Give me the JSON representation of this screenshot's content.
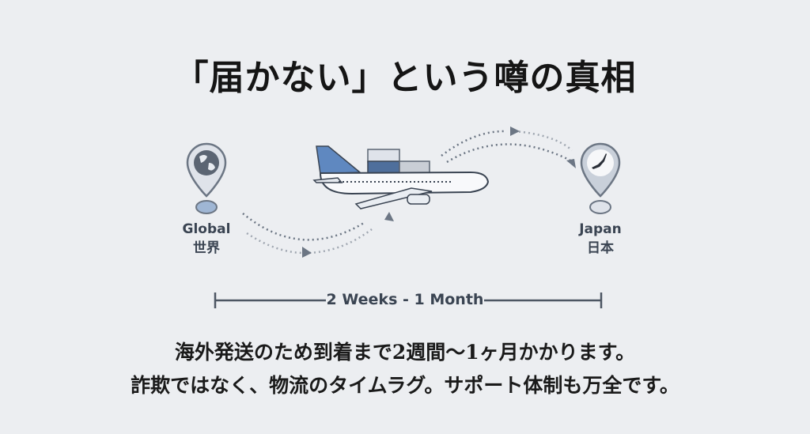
{
  "title": "「届かない」という噂の真相",
  "origin": {
    "label_en": "Global",
    "label_ja": "世界",
    "icon": "globe-pin-icon"
  },
  "destination": {
    "label_en": "Japan",
    "label_ja": "日本",
    "icon": "japan-map-pin-icon"
  },
  "transport_icon": "cargo-airplane-icon",
  "duration": "2 Weeks - 1 Month",
  "body": {
    "line1": "海外発送のため到着まで2週間〜1ヶ月かかります。",
    "line2": "詐欺ではなく、物流のタイムラグ。サポート体制も万全です。"
  },
  "colors": {
    "background": "#eceef1",
    "accent": "#4a78b0",
    "text": "#3a4452"
  }
}
